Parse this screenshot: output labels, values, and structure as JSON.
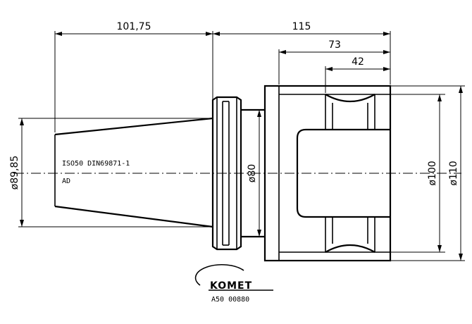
{
  "dimensions": {
    "length_101_75": "101,75",
    "length_115": "115",
    "length_73": "73",
    "length_42": "42",
    "dia_89_85": "ø89,85",
    "dia_80": "ø80",
    "dia_100": "ø100",
    "dia_110": "ø110"
  },
  "taper_label": {
    "line1": "ISO50 DIN69871-1",
    "line2": "AD"
  },
  "logo": {
    "brand": "KOMET",
    "code": "A50 00880"
  }
}
